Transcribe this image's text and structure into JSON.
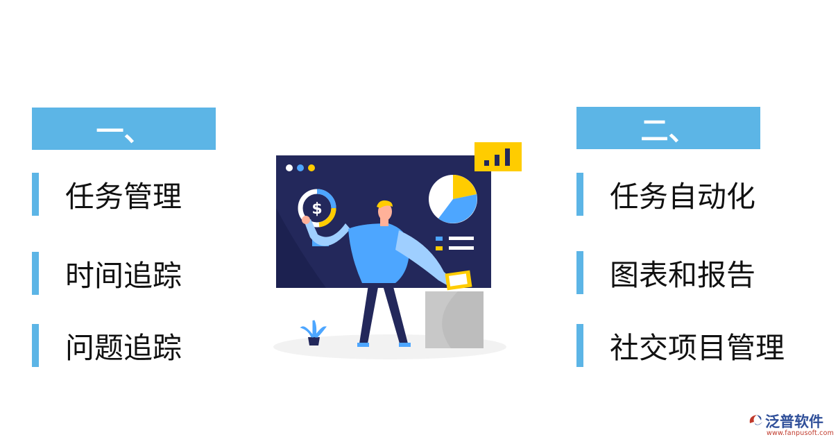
{
  "left_section": {
    "header": "一、",
    "items": [
      {
        "label": "任务管理"
      },
      {
        "label": "时间追踪"
      },
      {
        "label": "问题追踪"
      }
    ]
  },
  "right_section": {
    "header": "二、",
    "items": [
      {
        "label": "任务自动化"
      },
      {
        "label": "图表和报告"
      },
      {
        "label": "社交项目管理"
      }
    ]
  },
  "illustration": {
    "screen_symbol": "$"
  },
  "logo": {
    "name": "泛普软件",
    "url": "www.fanpusoft.com"
  },
  "colors": {
    "accent": "#5cb5e6",
    "screen": "#23285b",
    "yellow": "#ffcc00",
    "blue": "#4da6ff"
  }
}
